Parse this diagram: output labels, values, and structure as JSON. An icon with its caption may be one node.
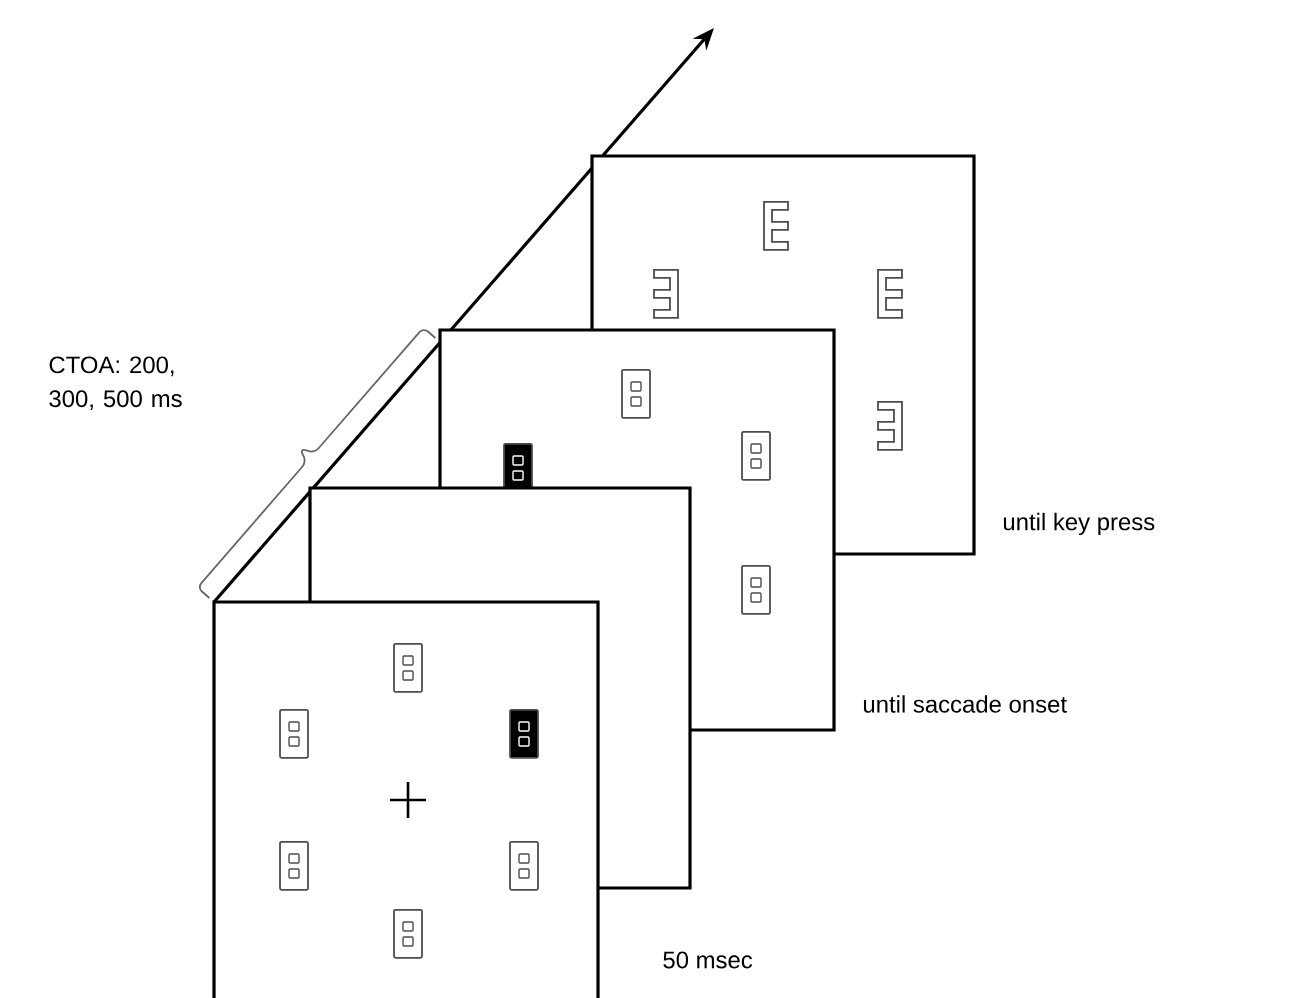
{
  "diagram": {
    "nodes": [
      {
        "text": [],
        "shape": "box",
        "beside": [
          "50 msec"
        ]
      },
      {
        "text": [],
        "shape": "box"
      },
      {
        "text": [],
        "shape": "box",
        "beside": [
          "until saccade onset"
        ]
      },
      {
        "text": [],
        "shape": "box",
        "beside": [
          "until key press"
        ]
      }
    ],
    "labels": [
      "CTOA: 200, 300, 500 ms"
    ]
  }
}
